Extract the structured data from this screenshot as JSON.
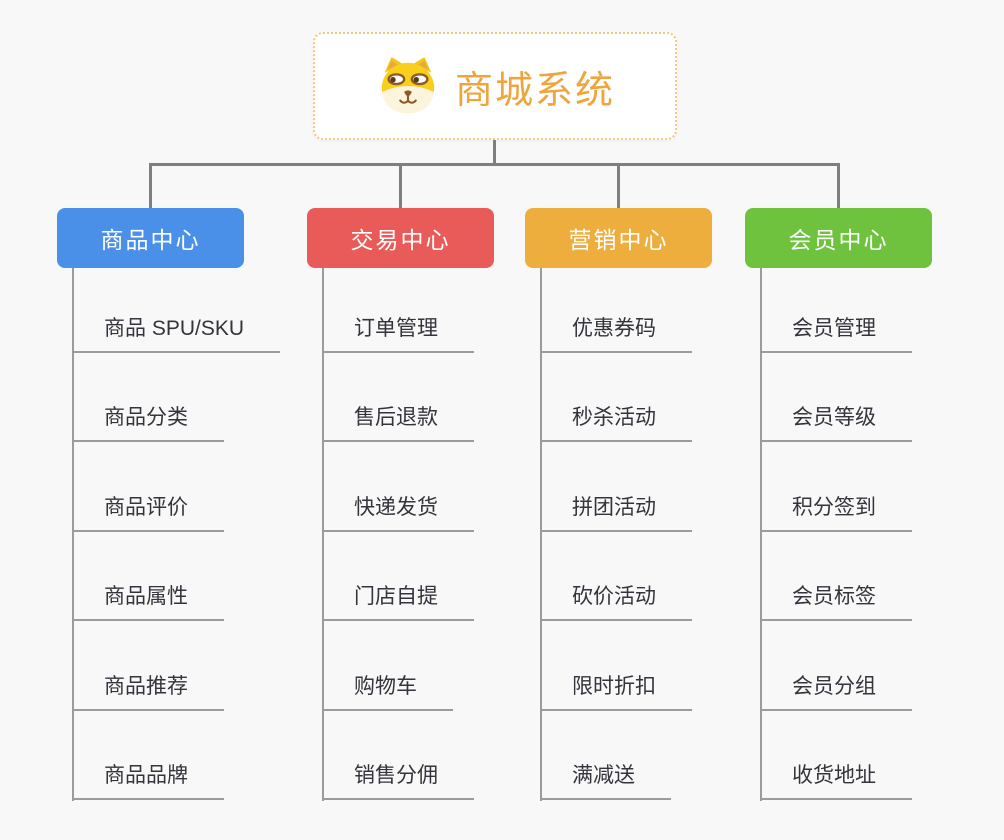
{
  "page": {
    "background_color": "#f8f8f8",
    "connector_color": "#7f7f7f",
    "leaf_line_color": "#9b9b9b"
  },
  "root": {
    "title": "商城系统",
    "icon": "dog-face-icon",
    "title_color": "#f0a43c",
    "border_color": "#f3c87f",
    "background": "#ffffff"
  },
  "branches": [
    {
      "label": "商品中心",
      "color": "#4a90e8",
      "items": [
        "商品 SPU/SKU",
        "商品分类",
        "商品评价",
        "商品属性",
        "商品推荐",
        "商品品牌"
      ]
    },
    {
      "label": "交易中心",
      "color": "#e85b58",
      "items": [
        "订单管理",
        "售后退款",
        "快递发货",
        "门店自提",
        "购物车",
        "销售分佣"
      ]
    },
    {
      "label": "营销中心",
      "color": "#edae3e",
      "items": [
        "优惠券码",
        "秒杀活动",
        "拼团活动",
        "砍价活动",
        "限时折扣",
        "满减送"
      ]
    },
    {
      "label": "会员中心",
      "color": "#6ec23d",
      "items": [
        "会员管理",
        "会员等级",
        "积分签到",
        "会员标签",
        "会员分组",
        "收货地址"
      ]
    }
  ]
}
